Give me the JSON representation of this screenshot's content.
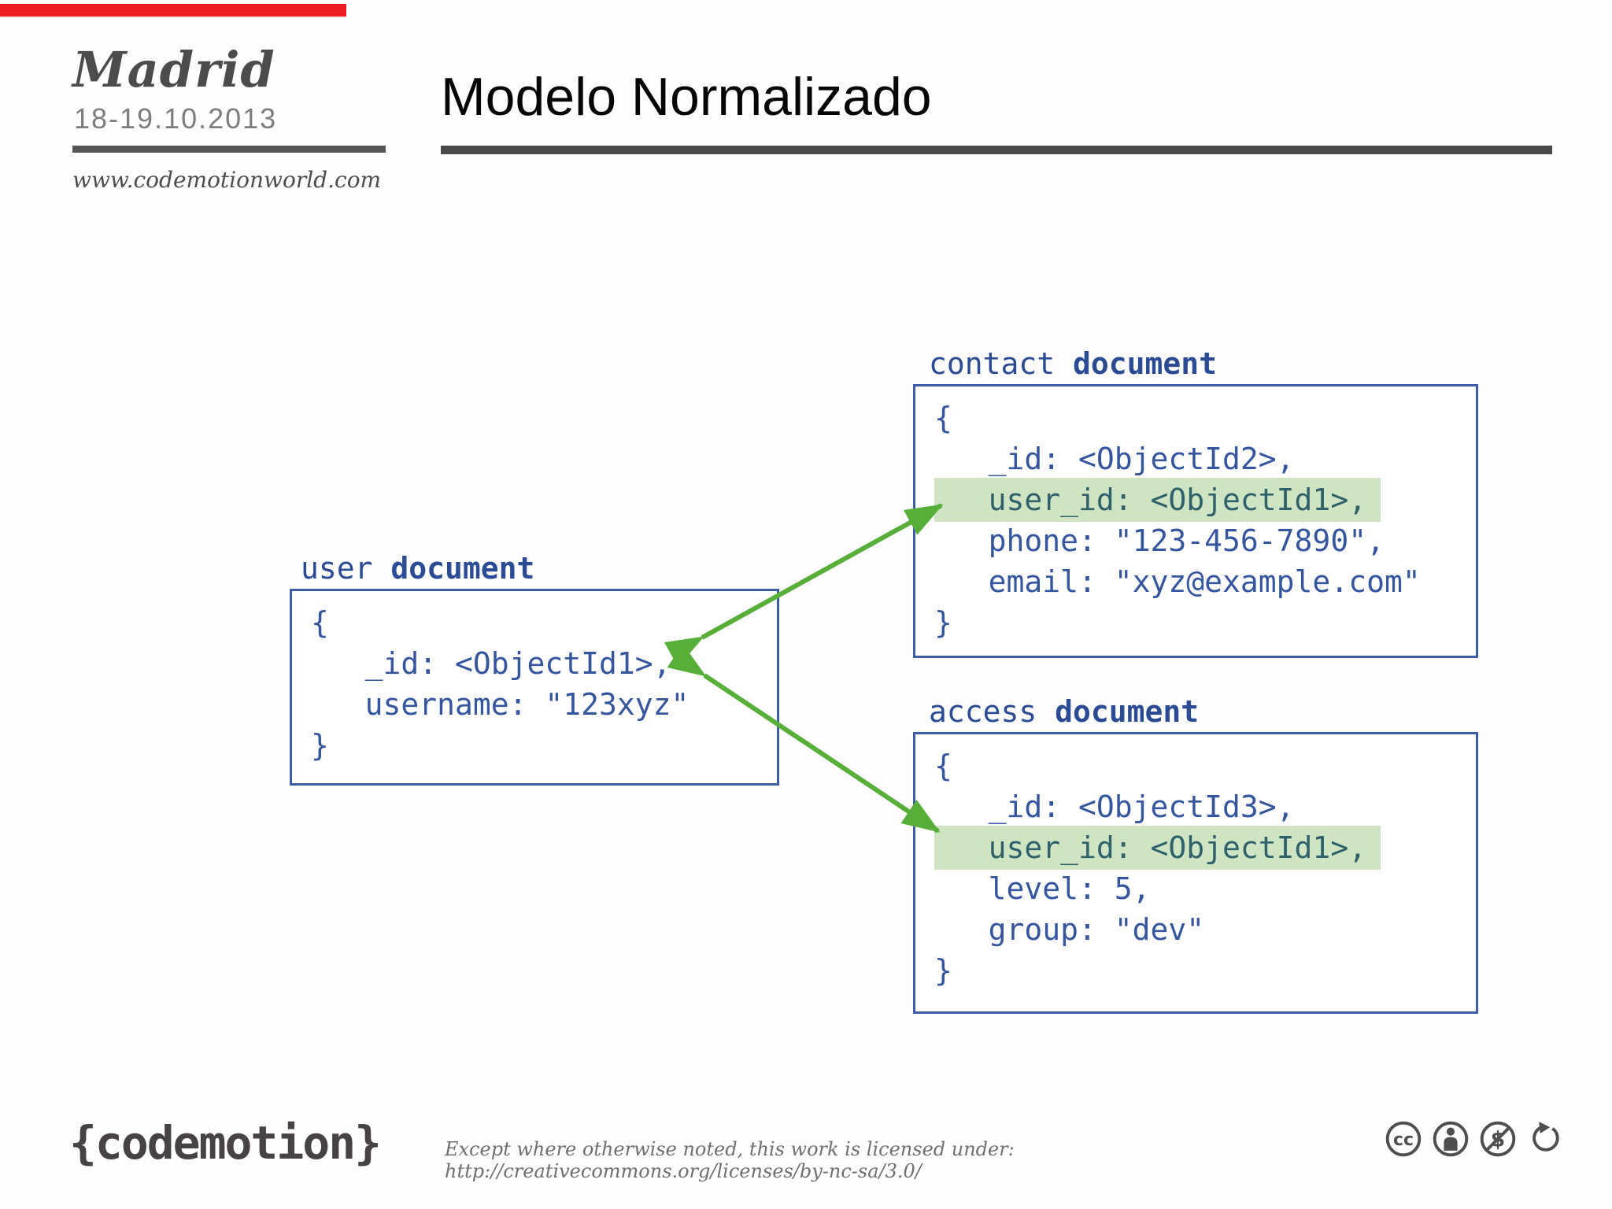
{
  "header": {
    "brand_city": "Madrid",
    "brand_dates": "18-19.10.2013",
    "brand_url": "www.codemotionworld.com",
    "title": "Modelo Normalizado"
  },
  "documents": {
    "user": {
      "label_name": "user ",
      "label_type": "document",
      "lines": [
        {
          "t": "{",
          "h": false
        },
        {
          "t": "   _id: <ObjectId1>,",
          "h": false
        },
        {
          "t": "   username: \"123xyz\"",
          "h": false
        },
        {
          "t": "}",
          "h": false
        }
      ]
    },
    "contact": {
      "label_name": "contact ",
      "label_type": "document",
      "lines": [
        {
          "t": "{",
          "h": false
        },
        {
          "t": "   _id: <ObjectId2>,",
          "h": false
        },
        {
          "t": "   user_id: <ObjectId1>,",
          "h": true
        },
        {
          "t": "   phone: \"123-456-7890\",",
          "h": false
        },
        {
          "t": "   email: \"xyz@example.com\"",
          "h": false
        },
        {
          "t": "}",
          "h": false
        }
      ]
    },
    "access": {
      "label_name": "access ",
      "label_type": "document",
      "lines": [
        {
          "t": "{",
          "h": false
        },
        {
          "t": "   _id: <ObjectId3>,",
          "h": false
        },
        {
          "t": "   user_id: <ObjectId1>,",
          "h": true
        },
        {
          "t": "   level: 5,",
          "h": false
        },
        {
          "t": "   group: \"dev\"",
          "h": false
        },
        {
          "t": "}",
          "h": false
        }
      ]
    }
  },
  "footer": {
    "logo_text": "{codemotion}",
    "license_text": "Except where otherwise noted, this work is licensed under: http://creativecommons.org/licenses/by-nc-sa/3.0/",
    "cc_icon_names": [
      "cc-icon",
      "by-icon",
      "nc-icon",
      "sa-icon"
    ]
  },
  "colors": {
    "accent_red": "#ee1c23",
    "doc_blue_text": "#35569e",
    "doc_blue_border": "#3e5da8",
    "label_blue": "#2b4c94",
    "highlight_green_bg": "#cfe4c3",
    "highlight_teal_text": "#2f616b",
    "arrow_green": "#57ae39",
    "rule_gray": "#4a4a4a",
    "footer_gray": "#6f6f6f"
  }
}
